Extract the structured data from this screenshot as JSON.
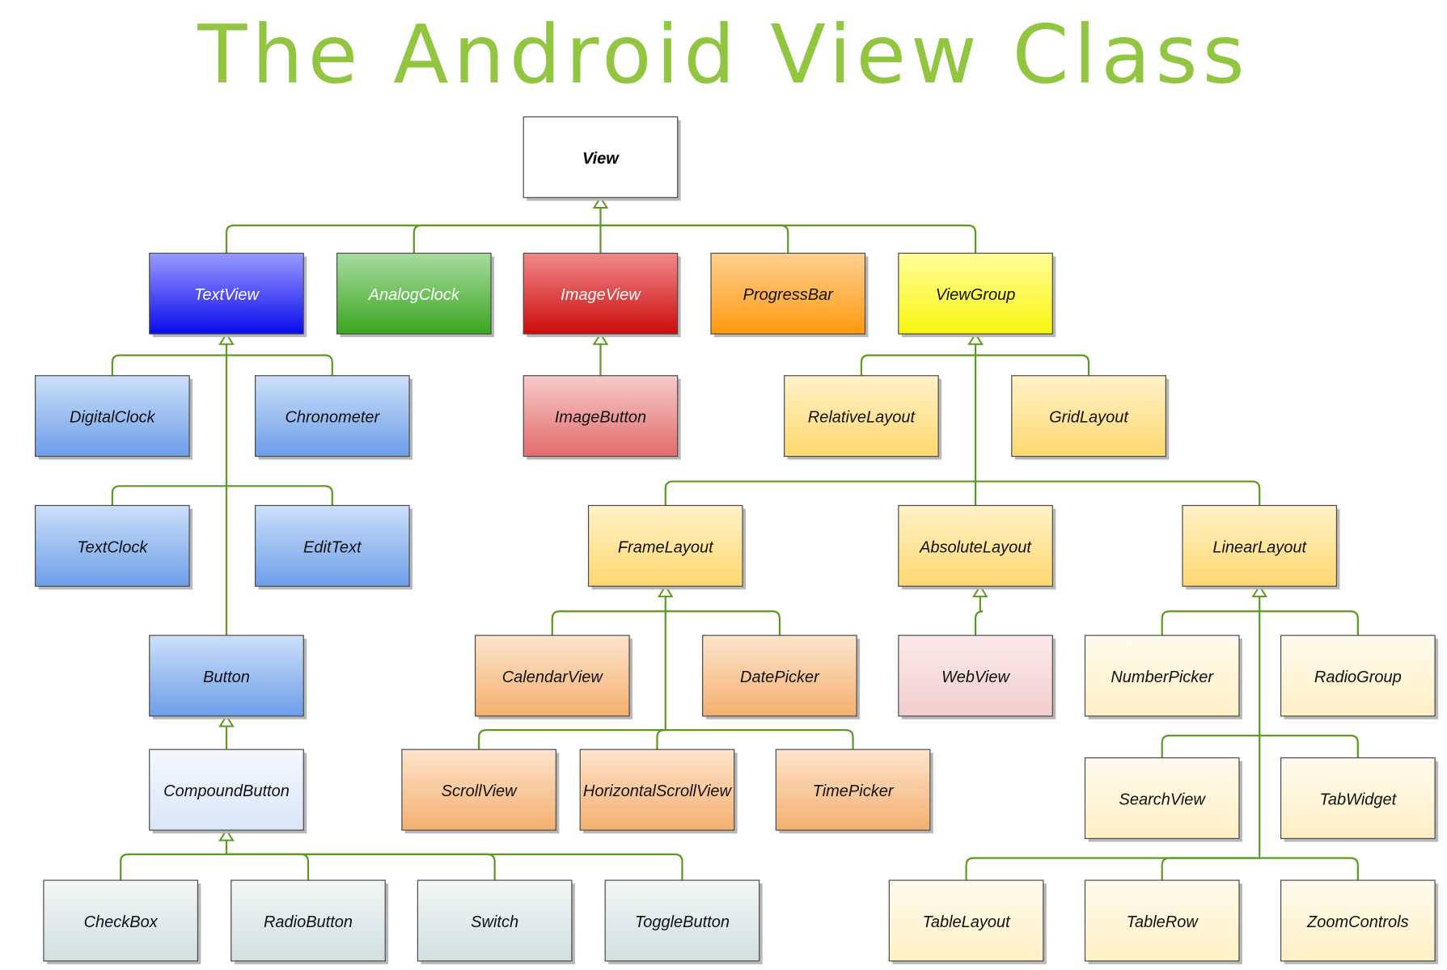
{
  "title": "The Android View Class",
  "nodes": [
    {
      "id": "view",
      "label": "View",
      "style": "root"
    },
    {
      "id": "textview",
      "label": "TextView",
      "style": "blue"
    },
    {
      "id": "analogclock",
      "label": "AnalogClock",
      "style": "green"
    },
    {
      "id": "imageview",
      "label": "ImageView",
      "style": "red"
    },
    {
      "id": "progressbar",
      "label": "ProgressBar",
      "style": "orange"
    },
    {
      "id": "viewgroup",
      "label": "ViewGroup",
      "style": "yellow"
    },
    {
      "id": "digitalclock",
      "label": "DigitalClock",
      "style": "lightblue"
    },
    {
      "id": "chronometer",
      "label": "Chronometer",
      "style": "lightblue"
    },
    {
      "id": "imagebutton",
      "label": "ImageButton",
      "style": "lightred"
    },
    {
      "id": "relativelayout",
      "label": "RelativeLayout",
      "style": "lightyellow"
    },
    {
      "id": "gridlayout",
      "label": "GridLayout",
      "style": "lightyellow"
    },
    {
      "id": "textclock",
      "label": "TextClock",
      "style": "lightblue"
    },
    {
      "id": "edittext",
      "label": "EditText",
      "style": "lightblue"
    },
    {
      "id": "framelayout",
      "label": "FrameLayout",
      "style": "lightyellow"
    },
    {
      "id": "absolutelayout",
      "label": "AbsoluteLayout",
      "style": "lightyellow"
    },
    {
      "id": "linearlayout",
      "label": "LinearLayout",
      "style": "lightyellow"
    },
    {
      "id": "button",
      "label": "Button",
      "style": "lightblue"
    },
    {
      "id": "calendarview",
      "label": "CalendarView",
      "style": "peach"
    },
    {
      "id": "datepicker",
      "label": "DatePicker",
      "style": "peach"
    },
    {
      "id": "webview",
      "label": "WebView",
      "style": "pink"
    },
    {
      "id": "numberpicker",
      "label": "NumberPicker",
      "style": "cream"
    },
    {
      "id": "radiogroup",
      "label": "RadioGroup",
      "style": "cream"
    },
    {
      "id": "compoundbutton",
      "label": "CompoundButton",
      "style": "paleblue"
    },
    {
      "id": "scrollview",
      "label": "ScrollView",
      "style": "peach"
    },
    {
      "id": "horizontalscrollview",
      "label": "HorizontalScrollView",
      "style": "peach"
    },
    {
      "id": "timepicker",
      "label": "TimePicker",
      "style": "peach"
    },
    {
      "id": "searchview",
      "label": "SearchView",
      "style": "cream"
    },
    {
      "id": "tabwidget",
      "label": "TabWidget",
      "style": "cream"
    },
    {
      "id": "checkbox",
      "label": "CheckBox",
      "style": "gray"
    },
    {
      "id": "radiobutton",
      "label": "RadioButton",
      "style": "gray"
    },
    {
      "id": "switch",
      "label": "Switch",
      "style": "gray"
    },
    {
      "id": "togglebutton",
      "label": "ToggleButton",
      "style": "gray"
    },
    {
      "id": "tablelayout",
      "label": "TableLayout",
      "style": "cream"
    },
    {
      "id": "tablerow",
      "label": "TableRow",
      "style": "cream"
    },
    {
      "id": "zoomcontrols",
      "label": "ZoomControls",
      "style": "cream"
    }
  ],
  "edges": [
    {
      "parent": "view",
      "children": [
        "textview",
        "analogclock",
        "imageview",
        "progressbar",
        "viewgroup"
      ]
    },
    {
      "parent": "textview",
      "children": [
        "digitalclock",
        "chronometer",
        "textclock",
        "edittext",
        "button"
      ]
    },
    {
      "parent": "imageview",
      "children": [
        "imagebutton"
      ]
    },
    {
      "parent": "viewgroup",
      "children": [
        "relativelayout",
        "gridlayout",
        "framelayout",
        "absolutelayout",
        "linearlayout"
      ]
    },
    {
      "parent": "button",
      "children": [
        "compoundbutton"
      ]
    },
    {
      "parent": "compoundbutton",
      "children": [
        "checkbox",
        "radiobutton",
        "switch",
        "togglebutton"
      ]
    },
    {
      "parent": "framelayout",
      "children": [
        "calendarview",
        "datepicker",
        "scrollview",
        "horizontalscrollview",
        "timepicker"
      ]
    },
    {
      "parent": "absolutelayout",
      "children": [
        "webview"
      ]
    },
    {
      "parent": "linearlayout",
      "children": [
        "numberpicker",
        "radiogroup",
        "searchview",
        "tabwidget",
        "tablelayout",
        "tablerow",
        "zoomcontrols"
      ]
    }
  ]
}
